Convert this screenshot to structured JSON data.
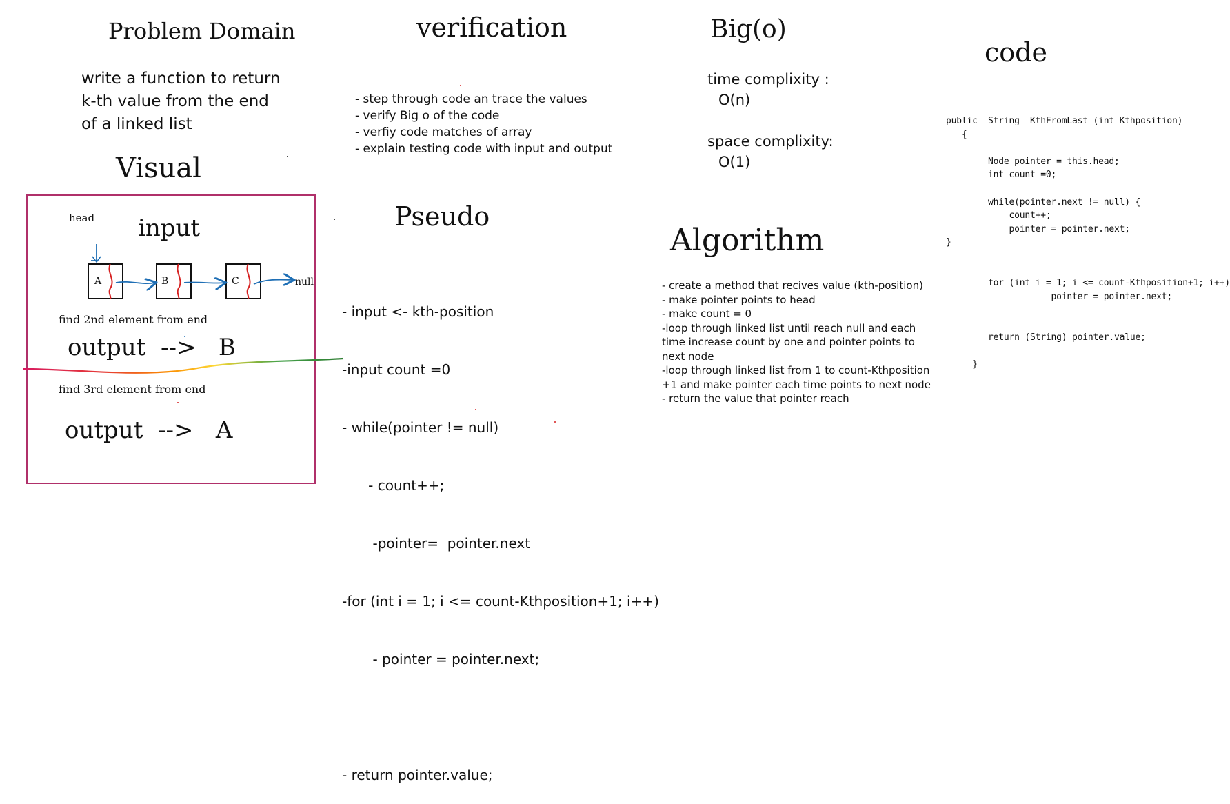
{
  "problem_domain": {
    "title": "Problem Domain",
    "lines": [
      "write a function to return",
      "k-th value from the end",
      "of a linked list"
    ]
  },
  "verification": {
    "title": "verification",
    "items": [
      "- step through code an trace the values",
      "- verify Big o of the code",
      "- verfiy code matches of array",
      "- explain testing code with input and output"
    ]
  },
  "big_o": {
    "title": "Big(o)",
    "time_label": "time complixity :",
    "time_value": "O(n)",
    "space_label": "space complixity:",
    "space_value": "O(1)"
  },
  "code": {
    "title": "code",
    "lines": [
      "public  String  KthFromLast (int Kthposition)",
      "   {",
      "",
      "        Node pointer = this.head;",
      "        int count =0;",
      "",
      "        while(pointer.next != null) {",
      "            count++;",
      "            pointer = pointer.next;",
      "}",
      "",
      "",
      "        for (int i = 1; i <= count-Kthposition+1; i++)",
      "                    pointer = pointer.next;",
      "",
      "",
      "        return (String) pointer.value;",
      "",
      "     }"
    ]
  },
  "visual": {
    "title": "Visual",
    "head_label": "head",
    "input_label": "input",
    "nodes": [
      "A",
      "B",
      "C"
    ],
    "null_label": "null",
    "example1_caption": "find 2nd element from end",
    "example1_output": "output  -->   B",
    "example2_caption": "find 3rd element from end",
    "example2_output": "output  -->   A"
  },
  "pseudo": {
    "title": "Pseudo",
    "lines": [
      "- input <- kth-position",
      "-input count =0",
      "- while(pointer != null)",
      "      - count++;",
      "       -pointer=  pointer.next",
      "-for (int i = 1; i <= count-Kthposition+1; i++)",
      "       - pointer = pointer.next;",
      "",
      "- return pointer.value;"
    ]
  },
  "algorithm": {
    "title": "Algorithm",
    "lines": [
      "- create a method that recives value (kth-position)",
      "- make pointer points to head",
      "- make count = 0",
      "-loop through linked list until reach null and each",
      "time increase count by one and pointer points to",
      "next node",
      "-loop through linked list from 1 to count-Kthposition",
      "+1 and make pointer each time points to next node",
      "- return the value that pointer reach"
    ]
  },
  "colors": {
    "arrow_blue": "#1f6fb5",
    "node_red_mark": "#d62020",
    "frame_magenta": "#b0306a"
  }
}
